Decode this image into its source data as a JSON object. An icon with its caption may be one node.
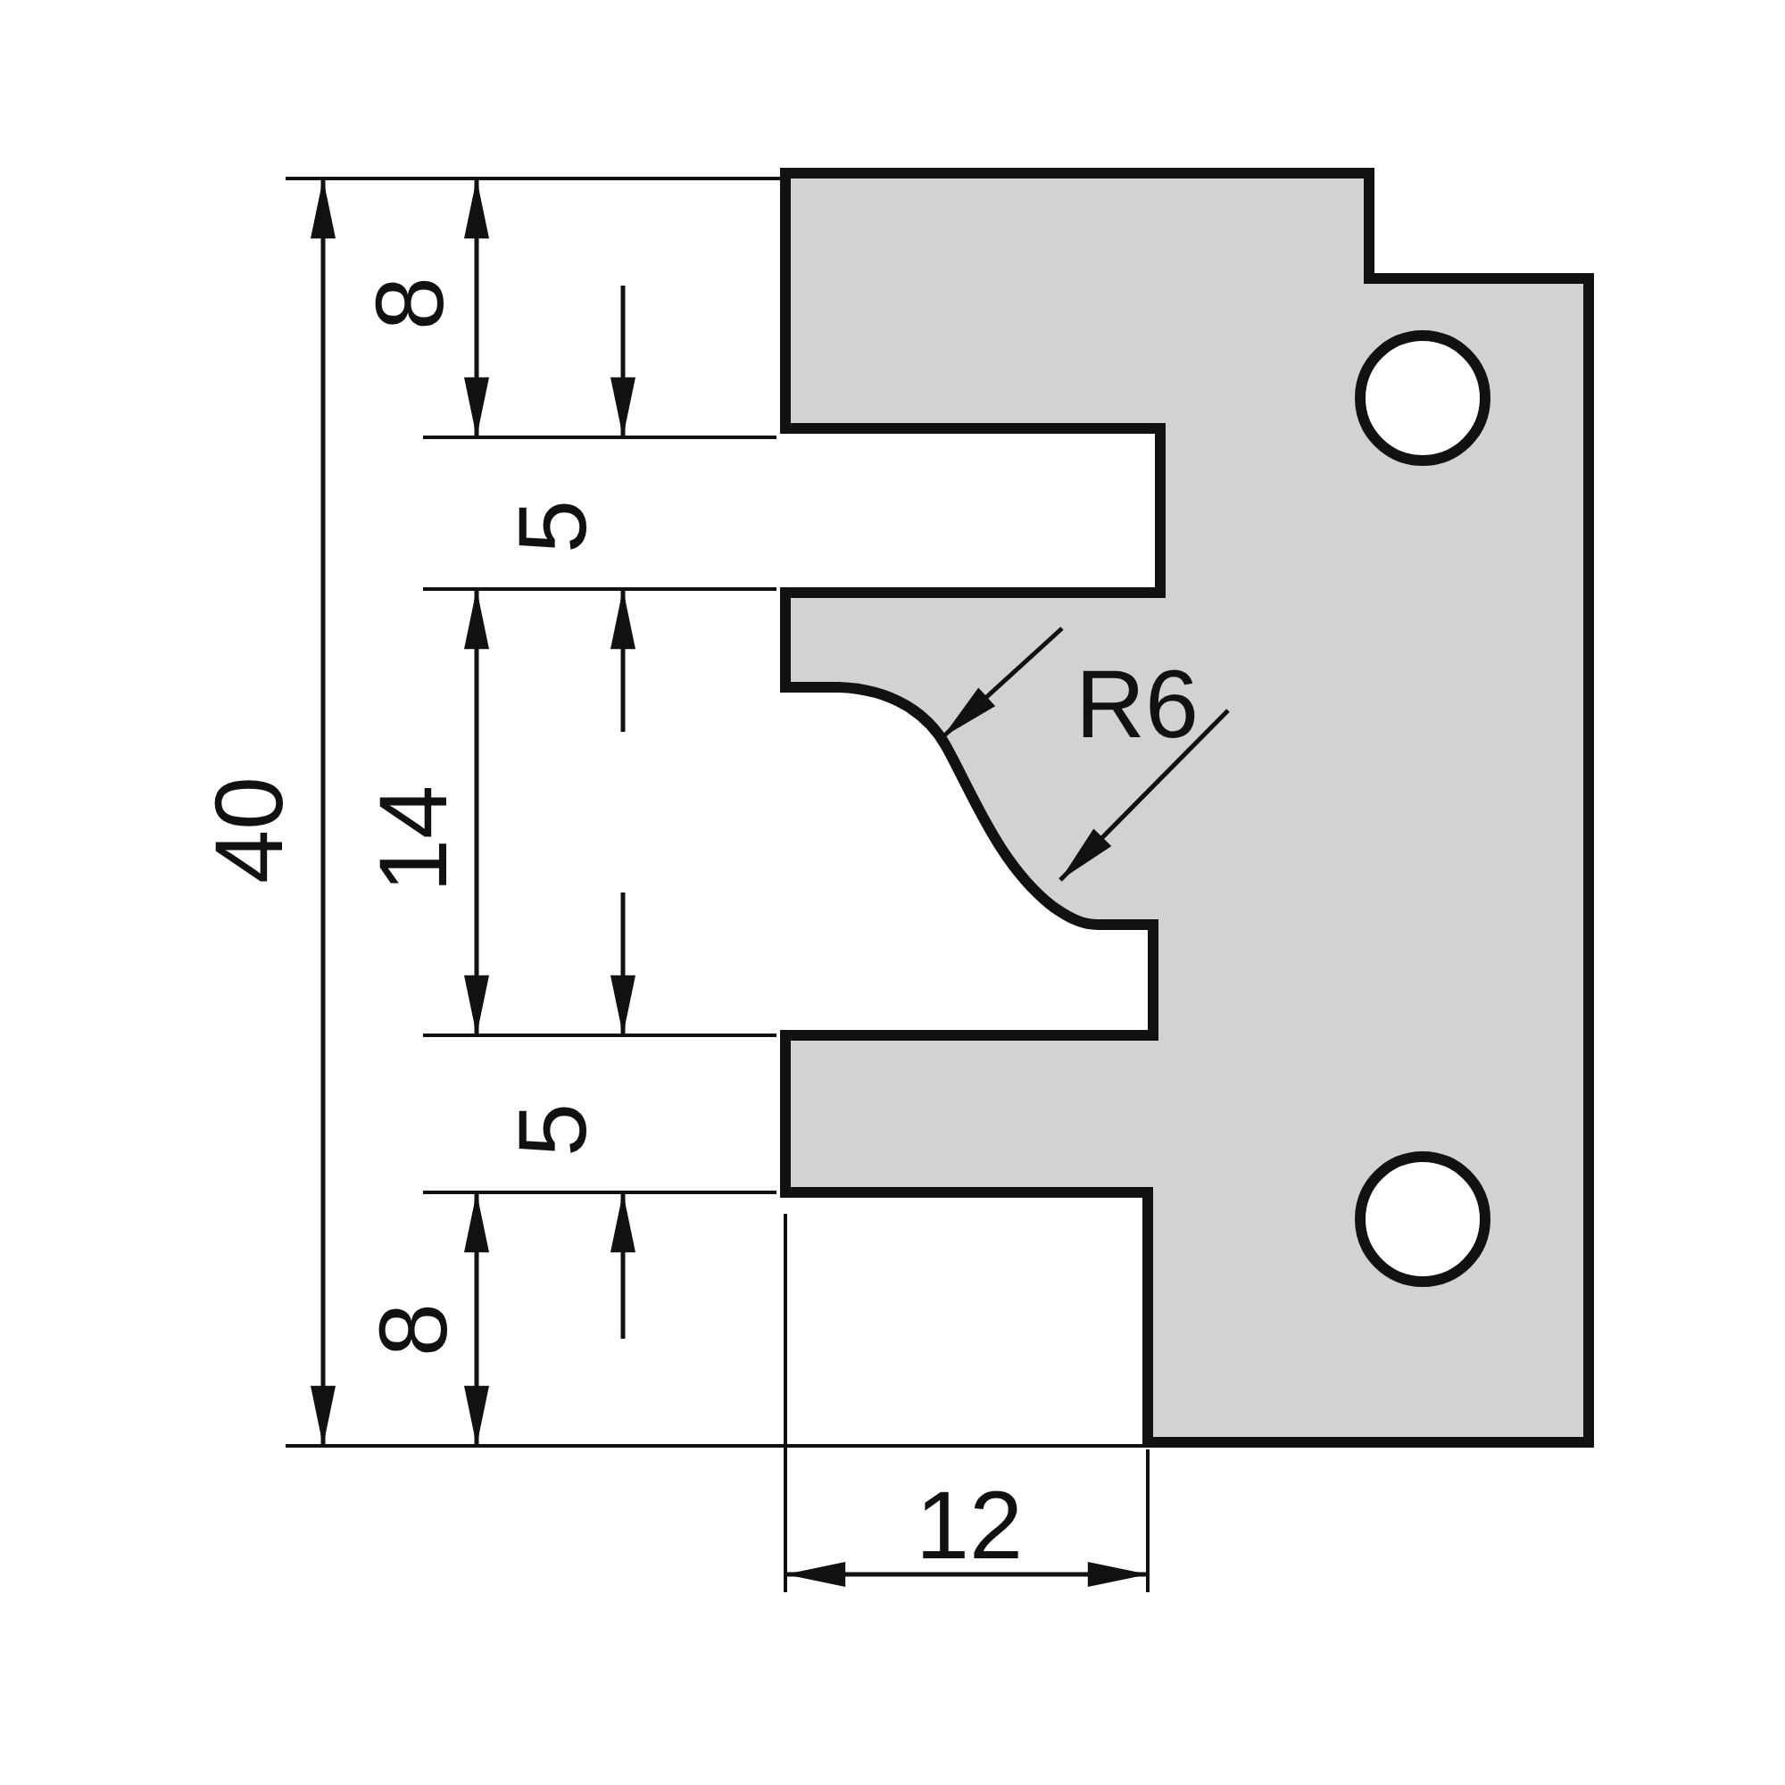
{
  "diagram": {
    "labels": [
      "8",
      "5",
      "R6",
      "40",
      "14",
      "5",
      "8",
      "12"
    ]
  }
}
